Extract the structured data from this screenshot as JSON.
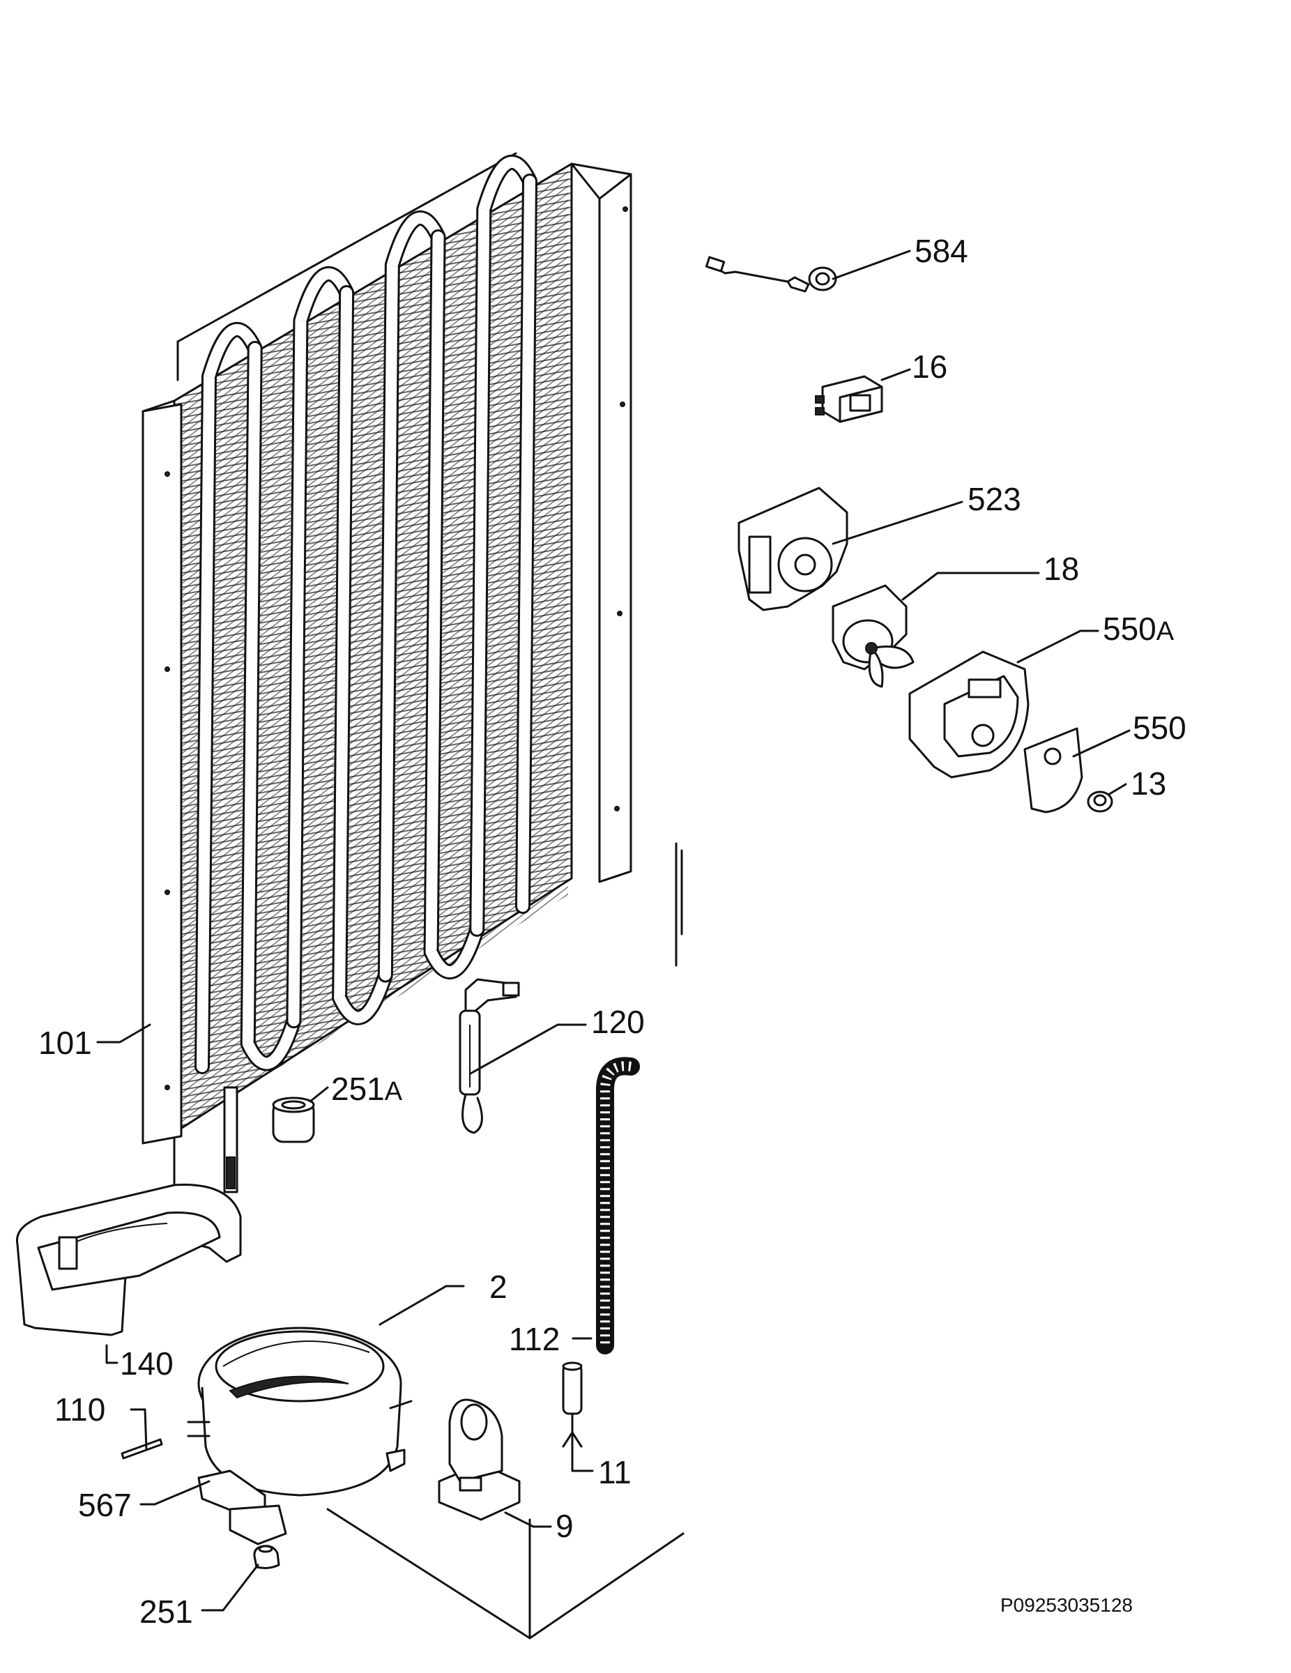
{
  "labels": {
    "l584": "584",
    "l16": "16",
    "l523": "523",
    "l18": "18",
    "l550A_num": "550",
    "l550A_suffix": "A",
    "l550": "550",
    "l13": "13",
    "l101": "101",
    "l120": "120",
    "l251A_num": "251",
    "l251A_suffix": "A",
    "l2": "2",
    "l140": "140",
    "l112": "112",
    "l110": "110",
    "l11": "11",
    "l567": "567",
    "l9": "9",
    "l251": "251"
  },
  "reference_code": "P09253035128",
  "colors": {
    "ink": "#111111",
    "paper": "#ffffff"
  }
}
